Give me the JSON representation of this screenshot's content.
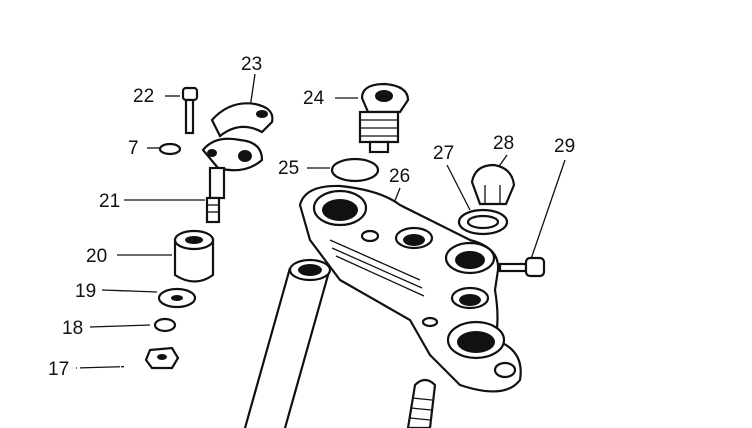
{
  "diagram": {
    "type": "exploded-parts-diagram",
    "callouts": [
      {
        "id": "23"
      },
      {
        "id": "22"
      },
      {
        "id": "24"
      },
      {
        "id": "7"
      },
      {
        "id": "25"
      },
      {
        "id": "26"
      },
      {
        "id": "27"
      },
      {
        "id": "28"
      },
      {
        "id": "29"
      },
      {
        "id": "21"
      },
      {
        "id": "20"
      },
      {
        "id": "19"
      },
      {
        "id": "18"
      },
      {
        "id": "17"
      }
    ]
  }
}
